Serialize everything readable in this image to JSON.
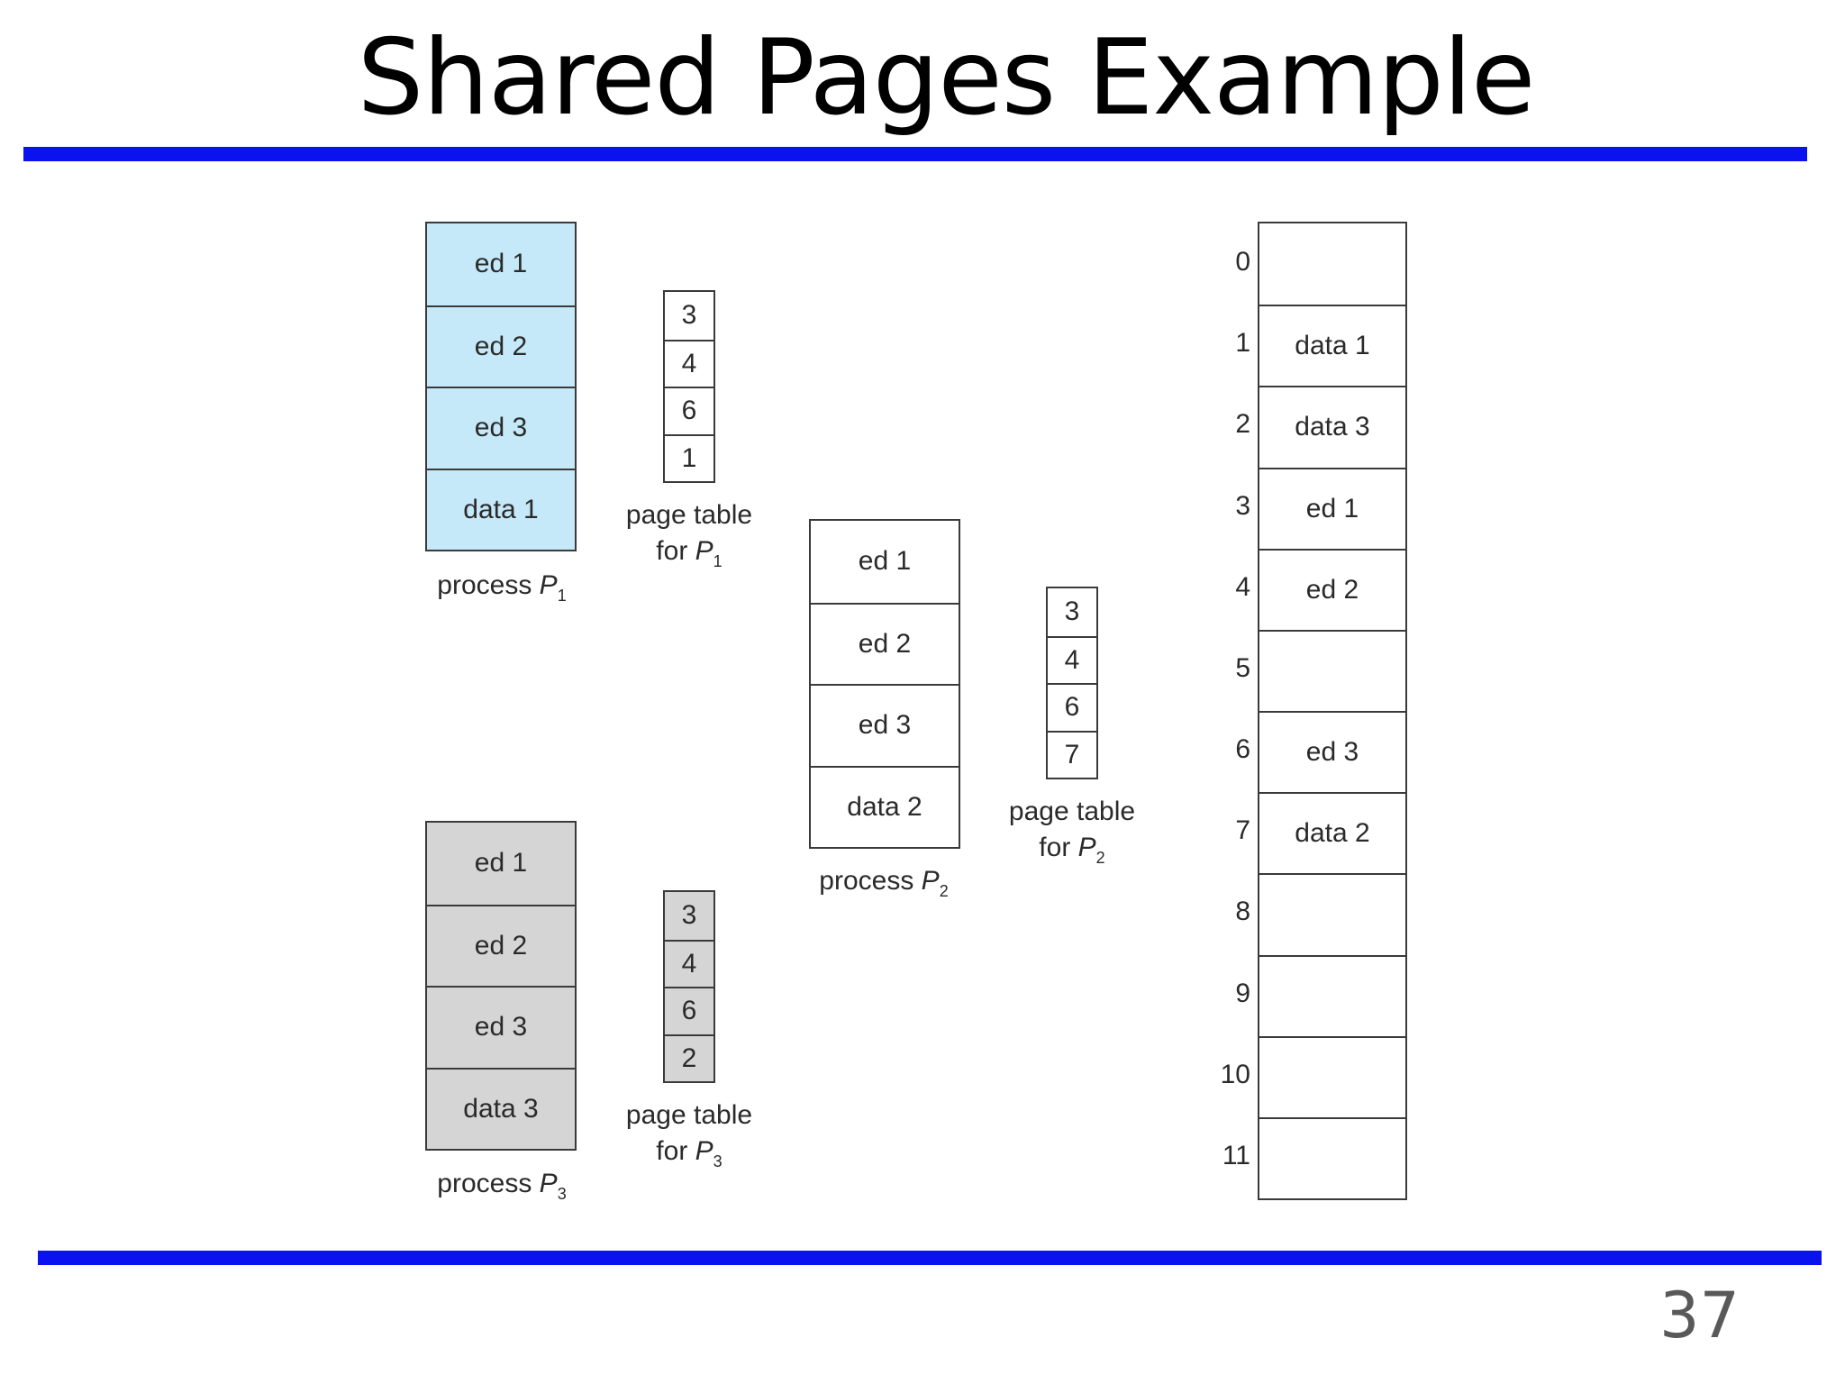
{
  "slide": {
    "title": "Shared Pages Example",
    "page_number": "37"
  },
  "colors": {
    "rule": "#0a12f0",
    "process_p1_fill": "#c5e9f8",
    "process_p3_fill": "#d5d5d5"
  },
  "process_p1": {
    "pages": [
      "ed 1",
      "ed 2",
      "ed 3",
      "data 1"
    ],
    "caption_word": "process",
    "caption_var": "P",
    "caption_sub": "1"
  },
  "page_table_p1": {
    "entries": [
      "3",
      "4",
      "6",
      "1"
    ],
    "caption_line1": "page table",
    "caption_word": "for",
    "caption_var": "P",
    "caption_sub": "1"
  },
  "process_p2": {
    "pages": [
      "ed 1",
      "ed 2",
      "ed 3",
      "data 2"
    ],
    "caption_word": "process",
    "caption_var": "P",
    "caption_sub": "2"
  },
  "page_table_p2": {
    "entries": [
      "3",
      "4",
      "6",
      "7"
    ],
    "caption_line1": "page table",
    "caption_word": "for",
    "caption_var": "P",
    "caption_sub": "2"
  },
  "process_p3": {
    "pages": [
      "ed 1",
      "ed 2",
      "ed 3",
      "data 3"
    ],
    "caption_word": "process",
    "caption_var": "P",
    "caption_sub": "3"
  },
  "page_table_p3": {
    "entries": [
      "3",
      "4",
      "6",
      "2"
    ],
    "caption_line1": "page table",
    "caption_word": "for",
    "caption_var": "P",
    "caption_sub": "3"
  },
  "physical_memory": {
    "frames": [
      {
        "number": "0",
        "content": ""
      },
      {
        "number": "1",
        "content": "data 1"
      },
      {
        "number": "2",
        "content": "data 3"
      },
      {
        "number": "3",
        "content": "ed 1"
      },
      {
        "number": "4",
        "content": "ed 2"
      },
      {
        "number": "5",
        "content": ""
      },
      {
        "number": "6",
        "content": "ed 3"
      },
      {
        "number": "7",
        "content": "data 2"
      },
      {
        "number": "8",
        "content": ""
      },
      {
        "number": "9",
        "content": ""
      },
      {
        "number": "10",
        "content": ""
      },
      {
        "number": "11",
        "content": ""
      }
    ]
  }
}
